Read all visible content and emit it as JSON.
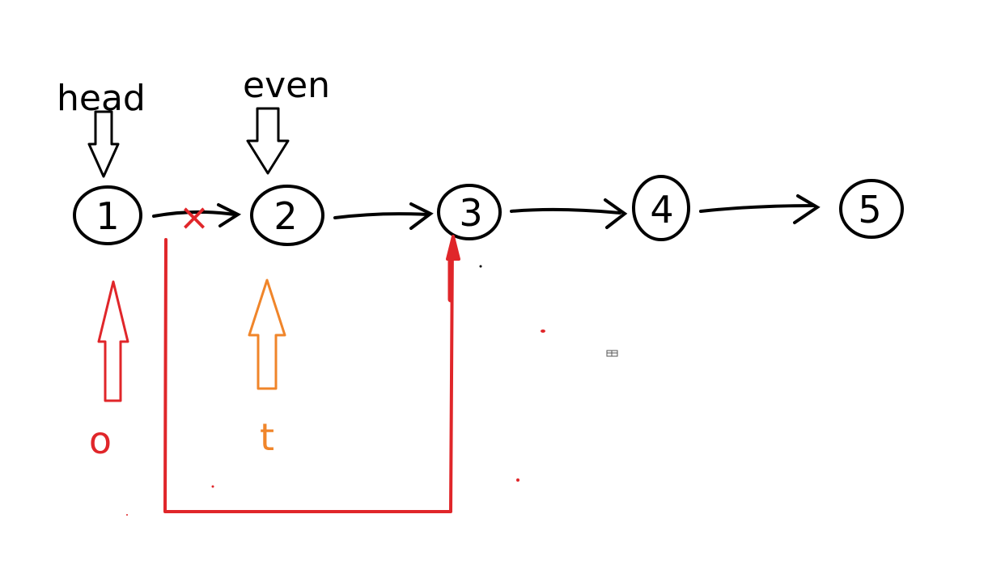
{
  "diagram": {
    "nodes": [
      {
        "label": "1"
      },
      {
        "label": "2"
      },
      {
        "label": "3"
      },
      {
        "label": "4"
      },
      {
        "label": "5"
      }
    ],
    "pointers": {
      "head": "head",
      "even": "even"
    },
    "bottom_labels": {
      "red": "o",
      "orange": "t"
    },
    "colors": {
      "ink": "#000000",
      "red": "#e0262a",
      "orange": "#f0852a"
    },
    "marks": {
      "cut": "×"
    }
  }
}
